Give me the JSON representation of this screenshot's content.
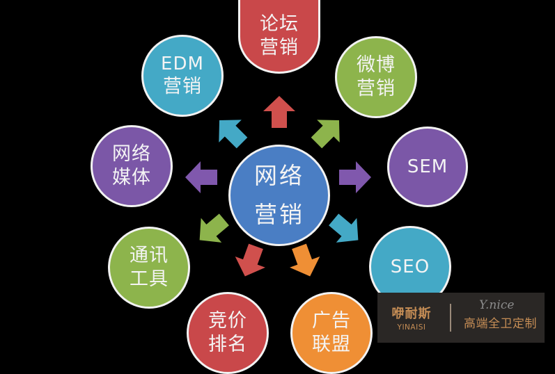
{
  "center": {
    "line1": "网络",
    "line2": "营销",
    "color": "#4a7ec4"
  },
  "nodes": [
    {
      "id": "forum",
      "line1": "论坛",
      "line2": "营销",
      "color": "#c9484a"
    },
    {
      "id": "weibo",
      "line1": "微博",
      "line2": "营销",
      "color": "#8db44c"
    },
    {
      "id": "sem",
      "line1": "SEM",
      "line2": "",
      "color": "#7b57a7"
    },
    {
      "id": "seo",
      "line1": "SEO",
      "line2": "",
      "color": "#44a9c6"
    },
    {
      "id": "ad-alliance",
      "line1": "广告",
      "line2": "联盟",
      "color": "#ef8f35"
    },
    {
      "id": "ppc-ranking",
      "line1": "竞价",
      "line2": "排名",
      "color": "#c9484a"
    },
    {
      "id": "im-tools",
      "line1": "通讯",
      "line2": "工具",
      "color": "#8db44c"
    },
    {
      "id": "web-media",
      "line1": "网络",
      "line2": "媒体",
      "color": "#7b57a7"
    },
    {
      "id": "edm",
      "line1": "EDM",
      "line2": "营销",
      "color": "#44a9c6"
    }
  ],
  "arrows": [
    {
      "dir": "up",
      "color": "#d0504d"
    },
    {
      "dir": "up-right",
      "color": "#8db44c"
    },
    {
      "dir": "right",
      "color": "#8058ad"
    },
    {
      "dir": "down-right",
      "color": "#44a9c6"
    },
    {
      "dir": "down-right-lower",
      "color": "#ef8f35"
    },
    {
      "dir": "down-left-lower",
      "color": "#d0504d"
    },
    {
      "dir": "down-left",
      "color": "#8db44c"
    },
    {
      "dir": "left",
      "color": "#8058ad"
    },
    {
      "dir": "up-left",
      "color": "#44a9c6"
    }
  ],
  "brand": {
    "name_cn": "咿耐斯",
    "name_en": "YINAISI",
    "script": "Y.nice",
    "tagline": "高端全卫定制"
  }
}
